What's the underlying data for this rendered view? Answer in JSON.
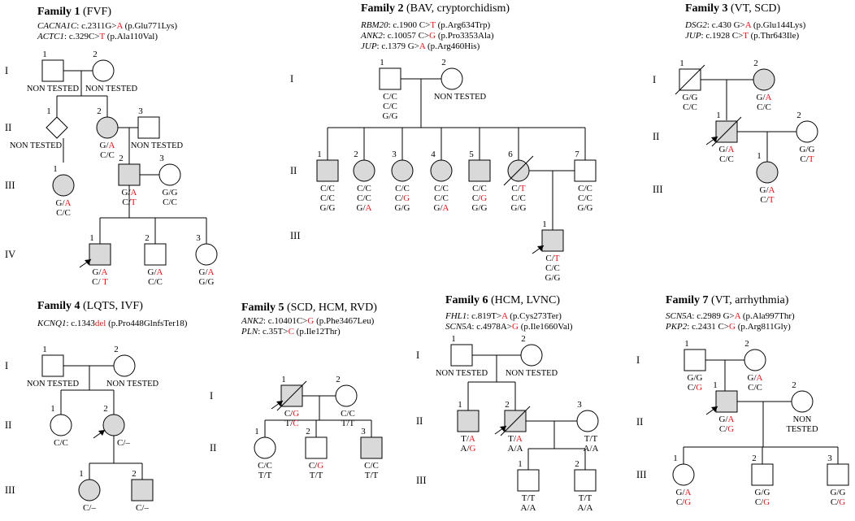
{
  "colors": {
    "affected_fill": "#d9d9d9",
    "highlight": "#e8141c",
    "line": "#000000"
  },
  "labels": {
    "non_tested": "NON TESTED",
    "non": "NON",
    "tested": "TESTED"
  },
  "families": [
    {
      "title_prefix": "Family 1",
      "title_suffix": " (FVF)",
      "variants": [
        {
          "gene": "CACNA1C",
          "pre": ": c.2311G>",
          "alt": "A",
          "post": " (p.Glu771Lys)"
        },
        {
          "gene": "ACTC1",
          "pre": ": c.329C>",
          "alt": "T",
          "post": " (p.Ala110Val)"
        }
      ],
      "generations": [
        "I",
        "II",
        "III",
        "IV"
      ],
      "individuals": [
        {
          "num": "1",
          "label": "NON TESTED"
        },
        {
          "num": "2",
          "label": "NON TESTED"
        },
        {
          "num": "1",
          "label": "NON TESTED"
        },
        {
          "num": "2",
          "g1": [
            {
              "t": "G/"
            },
            {
              "t": "A",
              "r": 1
            }
          ],
          "g2": [
            {
              "t": "C/C"
            }
          ]
        },
        {
          "num": "3",
          "label": "NON TESTED"
        },
        {
          "num": "1",
          "g1": [
            {
              "t": "G/"
            },
            {
              "t": "A",
              "r": 1
            }
          ],
          "g2": [
            {
              "t": "C/C"
            }
          ]
        },
        {
          "num": "2",
          "g1": [
            {
              "t": "G/"
            },
            {
              "t": "A",
              "r": 1
            }
          ],
          "g2": [
            {
              "t": "C/"
            },
            {
              "t": "T",
              "r": 1
            }
          ]
        },
        {
          "num": "3",
          "g1": [
            {
              "t": "G/G"
            }
          ],
          "g2": [
            {
              "t": "C/C"
            }
          ]
        },
        {
          "num": "1",
          "g1": [
            {
              "t": "G/"
            },
            {
              "t": "A",
              "r": 1
            }
          ],
          "g2": [
            {
              "t": "C/ "
            },
            {
              "t": "T",
              "r": 1
            }
          ]
        },
        {
          "num": "2",
          "g1": [
            {
              "t": "G/"
            },
            {
              "t": "A",
              "r": 1
            }
          ],
          "g2": [
            {
              "t": "C/C"
            }
          ]
        },
        {
          "num": "3",
          "g1": [
            {
              "t": "G/"
            },
            {
              "t": "A",
              "r": 1
            }
          ],
          "g2": [
            {
              "t": "G/G"
            }
          ]
        }
      ]
    },
    {
      "title_prefix": "Family 2",
      "title_suffix": " (BAV, cryptorchidism)",
      "variants": [
        {
          "gene": "RBM20",
          "pre": ": c.1900 C>",
          "alt": "T",
          "post": " (p.Arg634Trp)"
        },
        {
          "gene": "ANK2",
          "pre": ": c.10057 C>",
          "alt": "G",
          "post": " (p.Pro3353Ala)"
        },
        {
          "gene": "JUP",
          "pre": ": c.1379 G>",
          "alt": "A",
          "post": " (p.Arg460His)"
        }
      ],
      "generations": [
        "I",
        "II",
        "III"
      ],
      "individuals": [
        {
          "num": "1",
          "g1": [
            {
              "t": "C/C"
            }
          ],
          "g2": [
            {
              "t": "C/C"
            }
          ],
          "g3": [
            {
              "t": "G/G"
            }
          ]
        },
        {
          "num": "2",
          "label": "NON TESTED"
        },
        {
          "num": "1",
          "g1": [
            {
              "t": "C/C"
            }
          ],
          "g2": [
            {
              "t": "C/C"
            }
          ],
          "g3": [
            {
              "t": "G/G"
            }
          ]
        },
        {
          "num": "2",
          "g1": [
            {
              "t": "C/C"
            }
          ],
          "g2": [
            {
              "t": "C/C"
            }
          ],
          "g3": [
            {
              "t": "G/"
            },
            {
              "t": "A",
              "r": 1
            }
          ]
        },
        {
          "num": "3",
          "g1": [
            {
              "t": "C/C"
            }
          ],
          "g2": [
            {
              "t": "C/"
            },
            {
              "t": "G",
              "r": 1
            }
          ],
          "g3": [
            {
              "t": "G/G"
            }
          ]
        },
        {
          "num": "4",
          "g1": [
            {
              "t": "C/C"
            }
          ],
          "g2": [
            {
              "t": "C/C"
            }
          ],
          "g3": [
            {
              "t": "G/"
            },
            {
              "t": "A",
              "r": 1
            }
          ]
        },
        {
          "num": "5",
          "g1": [
            {
              "t": "C/C"
            }
          ],
          "g2": [
            {
              "t": "C/"
            },
            {
              "t": "G",
              "r": 1
            }
          ],
          "g3": [
            {
              "t": "G/G"
            }
          ]
        },
        {
          "num": "6",
          "g1": [
            {
              "t": "C/"
            },
            {
              "t": "T",
              "r": 1
            }
          ],
          "g2": [
            {
              "t": "C/C"
            }
          ],
          "g3": [
            {
              "t": "G/G"
            }
          ]
        },
        {
          "num": "7",
          "g1": [
            {
              "t": "C/C"
            }
          ],
          "g2": [
            {
              "t": "C/C"
            }
          ],
          "g3": [
            {
              "t": "G/G"
            }
          ]
        },
        {
          "num": "1",
          "g1": [
            {
              "t": "C/"
            },
            {
              "t": "T",
              "r": 1
            }
          ],
          "g2": [
            {
              "t": "C/C"
            }
          ],
          "g3": [
            {
              "t": "G/G"
            }
          ]
        }
      ]
    },
    {
      "title_prefix": "Family 3",
      "title_suffix": " (VT, SCD)",
      "variants": [
        {
          "gene": "DSG2",
          "pre": ": c.430 G>",
          "alt": "A",
          "post": " (p.Glu144Lys)"
        },
        {
          "gene": "JUP",
          "pre": ": c.1928 C>",
          "alt": "T",
          "post": " (p.Thr643Ile)"
        }
      ],
      "generations": [
        "I",
        "II",
        "III"
      ],
      "individuals": [
        {
          "num": "1",
          "g1": [
            {
              "t": "G/G"
            }
          ],
          "g2": [
            {
              "t": "C/C"
            }
          ]
        },
        {
          "num": "2",
          "g1": [
            {
              "t": "G/"
            },
            {
              "t": "A",
              "r": 1
            }
          ],
          "g2": [
            {
              "t": "C/C"
            }
          ]
        },
        {
          "num": "1",
          "g1": [
            {
              "t": "G/"
            },
            {
              "t": "A",
              "r": 1
            }
          ],
          "g2": [
            {
              "t": "C/C"
            }
          ]
        },
        {
          "num": "2",
          "g1": [
            {
              "t": "G/G"
            }
          ],
          "g2": [
            {
              "t": "C/"
            },
            {
              "t": "T",
              "r": 1
            }
          ]
        },
        {
          "num": "1",
          "g1": [
            {
              "t": "G/"
            },
            {
              "t": "A",
              "r": 1
            }
          ],
          "g2": [
            {
              "t": "C/"
            },
            {
              "t": "T",
              "r": 1
            }
          ]
        }
      ]
    },
    {
      "title_prefix": "Family 4",
      "title_suffix": " (LQTS, IVF)",
      "variants": [
        {
          "gene": "KCNQ1",
          "pre": ": c.1343",
          "alt": "del",
          "post": " (p.Pro448GlnfsTer18)"
        }
      ],
      "generations": [
        "I",
        "II",
        "III"
      ],
      "individuals": [
        {
          "num": "1",
          "label": "NON TESTED"
        },
        {
          "num": "2",
          "label": "NON TESTED"
        },
        {
          "num": "1",
          "g1": [
            {
              "t": "C/C"
            }
          ]
        },
        {
          "num": "2",
          "g1": [
            {
              "t": "C/–"
            }
          ]
        },
        {
          "num": "1",
          "g1": [
            {
              "t": "C/–"
            }
          ]
        },
        {
          "num": "2",
          "g1": [
            {
              "t": "C/–"
            }
          ]
        }
      ]
    },
    {
      "title_prefix": "Family 5",
      "title_suffix": " (SCD, HCM, RVD)",
      "variants": [
        {
          "gene": "ANK2",
          "pre": ": c.10401C>",
          "alt": "G",
          "post": " (p.Phe3467Leu)"
        },
        {
          "gene": "PLN",
          "pre": ": c.35T>",
          "alt": "C",
          "post": " (p.Ile12Thr)"
        }
      ],
      "generations": [
        "I",
        "II"
      ],
      "individuals": [
        {
          "num": "1",
          "g1": [
            {
              "t": "C/"
            },
            {
              "t": "G",
              "r": 1
            }
          ],
          "g2": [
            {
              "t": "T/"
            },
            {
              "t": "C",
              "r": 1
            }
          ]
        },
        {
          "num": "2",
          "g1": [
            {
              "t": "C/C"
            }
          ],
          "g2": [
            {
              "t": "T/T"
            }
          ]
        },
        {
          "num": "1",
          "g1": [
            {
              "t": "C/C"
            }
          ],
          "g2": [
            {
              "t": "T/T"
            }
          ]
        },
        {
          "num": "2",
          "g1": [
            {
              "t": "C/"
            },
            {
              "t": "G",
              "r": 1
            }
          ],
          "g2": [
            {
              "t": "T/T"
            }
          ]
        },
        {
          "num": "3",
          "g1": [
            {
              "t": "C/C"
            }
          ],
          "g2": [
            {
              "t": "T/T"
            }
          ]
        }
      ]
    },
    {
      "title_prefix": "Family 6",
      "title_suffix": " (HCM, LVNC)",
      "variants": [
        {
          "gene": "FHL1",
          "pre": ": c.819T>",
          "alt": "A",
          "post": " (p.Cys273Ter)"
        },
        {
          "gene": "SCN5A",
          "pre": ": c.4978A>",
          "alt": "G",
          "post": " (p.Ile1660Val)"
        }
      ],
      "generations": [
        "I",
        "II",
        "III"
      ],
      "individuals": [
        {
          "num": "1",
          "label": "NON TESTED"
        },
        {
          "num": "2",
          "label": "NON TESTED"
        },
        {
          "num": "1",
          "g1": [
            {
              "t": "T/"
            },
            {
              "t": "A",
              "r": 1
            }
          ],
          "g2": [
            {
              "t": "A/"
            },
            {
              "t": "G",
              "r": 1
            }
          ]
        },
        {
          "num": "2",
          "g1": [
            {
              "t": "T/"
            },
            {
              "t": "A",
              "r": 1
            }
          ],
          "g2": [
            {
              "t": "A/A"
            }
          ]
        },
        {
          "num": "3",
          "g1": [
            {
              "t": "T/T"
            }
          ],
          "g2": [
            {
              "t": "A/A"
            }
          ]
        },
        {
          "num": "1",
          "g1": [
            {
              "t": "T/T"
            }
          ],
          "g2": [
            {
              "t": "A/A"
            }
          ]
        },
        {
          "num": "2",
          "g1": [
            {
              "t": "T/T"
            }
          ],
          "g2": [
            {
              "t": "A/A"
            }
          ]
        }
      ]
    },
    {
      "title_prefix": "Family 7",
      "title_suffix": " (VT, arrhythmia)",
      "variants": [
        {
          "gene": "SCN5A",
          "pre": ": c.2989 G>",
          "alt": "A",
          "post": " (p.Ala997Thr)"
        },
        {
          "gene": "PKP2",
          "pre": ": c.2431 C>",
          "alt": "G",
          "post": " (p.Arg811Gly)"
        }
      ],
      "generations": [
        "I",
        "II",
        "III"
      ],
      "individuals": [
        {
          "num": "1",
          "g1": [
            {
              "t": "G/G"
            }
          ],
          "g2": [
            {
              "t": "C/"
            },
            {
              "t": "G",
              "r": 1
            }
          ]
        },
        {
          "num": "2",
          "g1": [
            {
              "t": "G/"
            },
            {
              "t": "A",
              "r": 1
            }
          ],
          "g2": [
            {
              "t": "C/C"
            }
          ]
        },
        {
          "num": "1",
          "g1": [
            {
              "t": "G/"
            },
            {
              "t": "A",
              "r": 1
            }
          ],
          "g2": [
            {
              "t": "C/"
            },
            {
              "t": "G",
              "r": 1
            }
          ]
        },
        {
          "num": "2",
          "label2": true
        },
        {
          "num": "1",
          "g1": [
            {
              "t": "G/"
            },
            {
              "t": "A",
              "r": 1
            }
          ],
          "g2": [
            {
              "t": "C/"
            },
            {
              "t": "G",
              "r": 1
            }
          ]
        },
        {
          "num": "2",
          "g1": [
            {
              "t": "G/G"
            }
          ],
          "g2": [
            {
              "t": "C/"
            },
            {
              "t": "G",
              "r": 1
            }
          ]
        },
        {
          "num": "3",
          "g1": [
            {
              "t": "G/G"
            }
          ],
          "g2": [
            {
              "t": "C/"
            },
            {
              "t": "G",
              "r": 1
            }
          ]
        }
      ]
    }
  ]
}
